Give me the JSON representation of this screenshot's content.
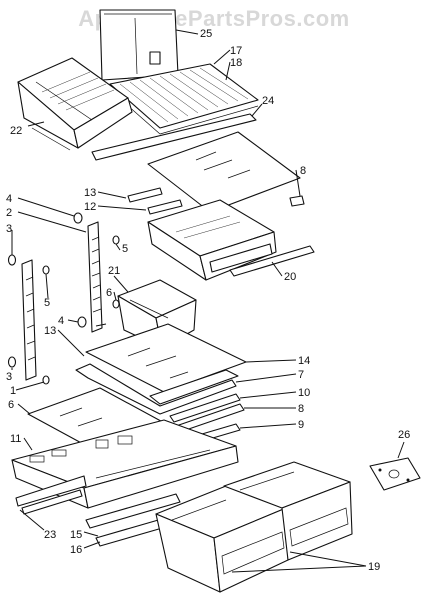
{
  "watermark": "AppliancePartsPros.com",
  "callouts": [
    {
      "id": "25",
      "label": "25"
    },
    {
      "id": "17",
      "label": "17"
    },
    {
      "id": "18",
      "label": "18"
    },
    {
      "id": "22",
      "label": "22"
    },
    {
      "id": "24",
      "label": "24"
    },
    {
      "id": "8a",
      "label": "8"
    },
    {
      "id": "13a",
      "label": "13"
    },
    {
      "id": "12",
      "label": "12"
    },
    {
      "id": "4a",
      "label": "4"
    },
    {
      "id": "2",
      "label": "2"
    },
    {
      "id": "3a",
      "label": "3"
    },
    {
      "id": "5a",
      "label": "5"
    },
    {
      "id": "21",
      "label": "21"
    },
    {
      "id": "20",
      "label": "20"
    },
    {
      "id": "5b",
      "label": "5"
    },
    {
      "id": "4b",
      "label": "4"
    },
    {
      "id": "6a",
      "label": "6"
    },
    {
      "id": "13b",
      "label": "13"
    },
    {
      "id": "14",
      "label": "14"
    },
    {
      "id": "7",
      "label": "7"
    },
    {
      "id": "10",
      "label": "10"
    },
    {
      "id": "8b",
      "label": "8"
    },
    {
      "id": "3b",
      "label": "3"
    },
    {
      "id": "1",
      "label": "1"
    },
    {
      "id": "6b",
      "label": "6"
    },
    {
      "id": "11",
      "label": "11"
    },
    {
      "id": "9",
      "label": "9"
    },
    {
      "id": "26",
      "label": "26"
    },
    {
      "id": "23",
      "label": "23"
    },
    {
      "id": "15",
      "label": "15"
    },
    {
      "id": "16",
      "label": "16"
    },
    {
      "id": "19",
      "label": "19"
    }
  ]
}
